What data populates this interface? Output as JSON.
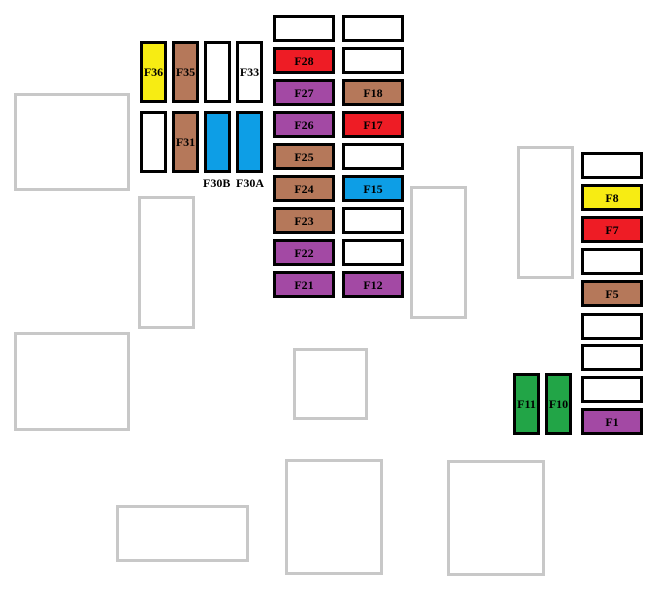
{
  "colors": {
    "empty": "#ffffff",
    "yellow": "#f7ec13",
    "brown": "#b5785a",
    "blue": "#0d9ee6",
    "red": "#ee1c25",
    "purple": "#a349a4",
    "green": "#22a547",
    "outline": "#000000",
    "slot_outline": "#c8c8c8"
  },
  "fuses": {
    "f36": "F36",
    "f35": "F35",
    "f33": "F33",
    "f31": "F31",
    "f30b": "F30B",
    "f30a": "F30A",
    "f28": "F28",
    "f27": "F27",
    "f26": "F26",
    "f25": "F25",
    "f24": "F24",
    "f23": "F23",
    "f22": "F22",
    "f21": "F21",
    "f18": "F18",
    "f17": "F17",
    "f15": "F15",
    "f12": "F12",
    "f8": "F8",
    "f7": "F7",
    "f5": "F5",
    "f1": "F1",
    "f11": "F11",
    "f10": "F10"
  }
}
